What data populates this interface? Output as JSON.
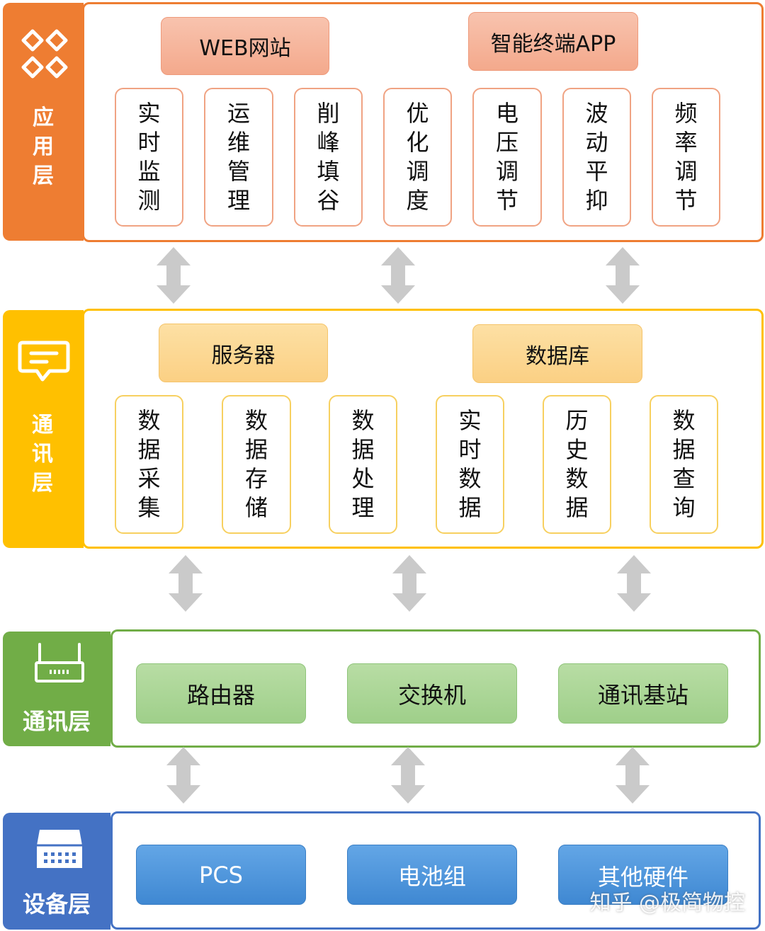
{
  "layers": {
    "application": {
      "label": "应用层",
      "color": "#ee7d32",
      "headers": [
        "WEB网站",
        "智能终端APP"
      ],
      "items": [
        "实时监测",
        "运维管理",
        "削峰填谷",
        "优化调度",
        "电压调节",
        "波动平抑",
        "频率调节"
      ]
    },
    "communication_upper": {
      "label": "通讯层",
      "color": "#ffc000",
      "headers": [
        "服务器",
        "数据库"
      ],
      "items": [
        "数据采集",
        "数据存储",
        "数据处理",
        "实时数据",
        "历史数据",
        "数据查询"
      ]
    },
    "communication_lower": {
      "label": "通讯层",
      "color": "#71ad47",
      "items": [
        "路由器",
        "交换机",
        "通讯基站"
      ]
    },
    "device": {
      "label": "设备层",
      "color": "#4472c4",
      "items": [
        "PCS",
        "电池组",
        "其他硬件"
      ]
    }
  },
  "watermark": "知乎 @极简物控",
  "icons": {
    "application": "app-grid-icon",
    "communication_upper": "message-icon",
    "communication_lower": "router-icon",
    "device": "device-icon"
  }
}
